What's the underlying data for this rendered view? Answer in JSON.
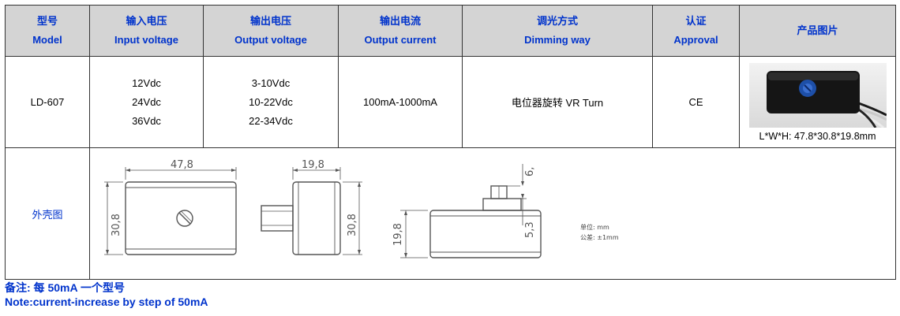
{
  "header": {
    "model_cn": "型号",
    "model_en": "Model",
    "input_cn": "输入电压",
    "input_en": "Input voltage",
    "output_cn": "输出电压",
    "output_en": "Output voltage",
    "current_cn": "输出电流",
    "current_en": "Output current",
    "dimming_cn": "调光方式",
    "dimming_en": "Dimming way",
    "approval_cn": "认证",
    "approval_en": "Approval",
    "picture_cn": "产品图片"
  },
  "row": {
    "model": "LD-607",
    "input_voltages": [
      "12Vdc",
      "24Vdc",
      "36Vdc"
    ],
    "output_voltages": [
      "3-10Vdc",
      "10-22Vdc",
      "22-34Vdc"
    ],
    "output_current": "100mA-1000mA",
    "dimming": "电位器旋转 VR Turn",
    "approval": "CE",
    "dimensions": "L*W*H: 47.8*30.8*19.8mm"
  },
  "drawing": {
    "label": "外壳图",
    "dim_length": "47,8",
    "dim_width": "30,8",
    "dim_width2": "30,8",
    "dim_side": "19,8",
    "dim_height": "19,8",
    "dim_knob_top": "6,",
    "dim_knob": "5,3",
    "unit_label": "单位: mm",
    "tolerance_label": "公差: ±1mm"
  },
  "notes": {
    "line1": "备注: 每 50mA 一个型号",
    "line2": "Note:current-increase by step of 50mA"
  }
}
